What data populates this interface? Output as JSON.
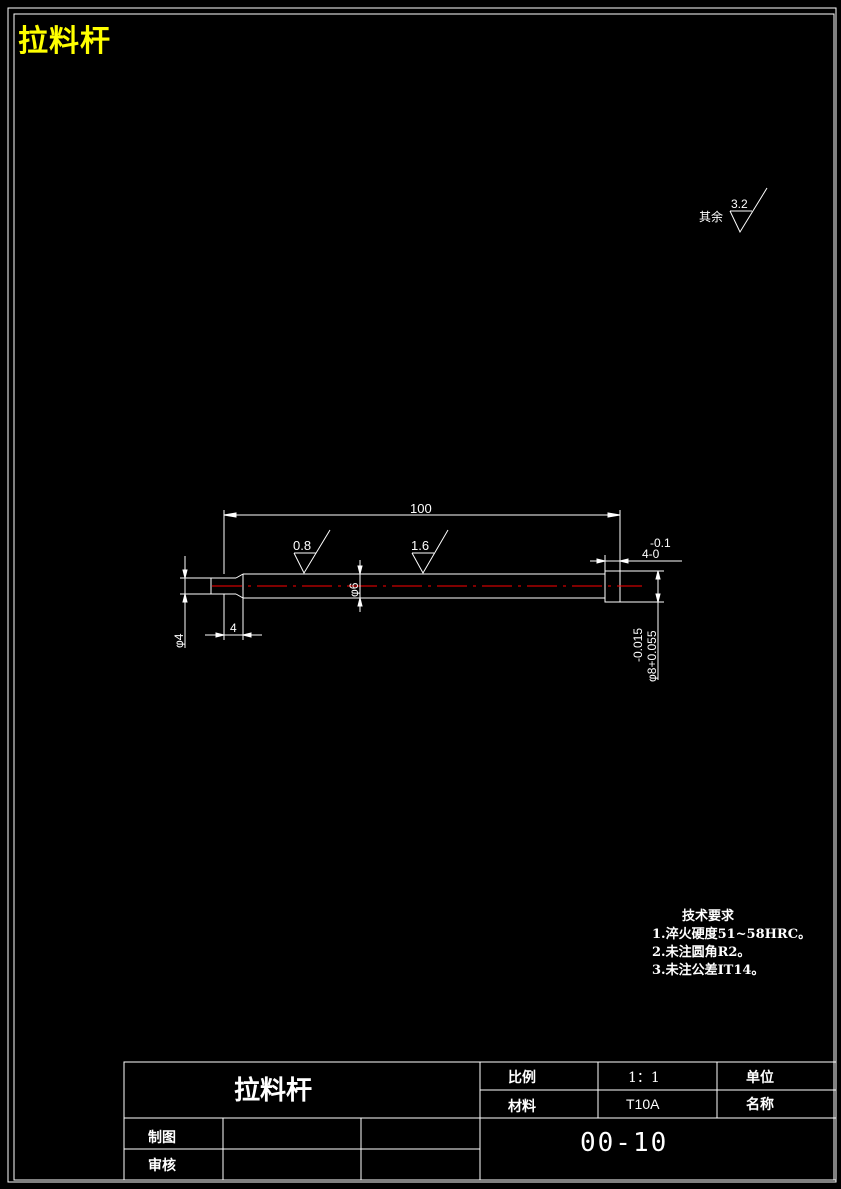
{
  "header": {
    "title": "拉料杆"
  },
  "drawing": {
    "overall_length": "100",
    "roughness_1": "0.8",
    "roughness_2": "1.6",
    "shaft_diameter": "φ6",
    "pin_diameter": "φ4",
    "pin_length": "4",
    "head_tol_upper": "-0.1",
    "head_length": "4-0",
    "head_dia_tol": "-0.015",
    "head_dia": "φ8+0.055",
    "other_label": "其余",
    "other_roughness": "3.2"
  },
  "tech_requirements": {
    "heading": "技术要求",
    "items": [
      "1.淬火硬度51~58HRC。",
      "2.未注圆角R2。",
      "3.未注公差IT14。"
    ]
  },
  "title_block": {
    "name": "拉料杆",
    "scale_label": "比例",
    "scale_value": "1：1",
    "unit_label": "单位",
    "material_label": "材料",
    "material_value": "T10A",
    "title_label": "名称",
    "drawn_label": "制图",
    "review_label": "审核",
    "drawing_code": "00-10"
  },
  "colors": {
    "background": "#000000",
    "lines": "#ffffff",
    "title": "#ffff00",
    "centerline": "#ff0000"
  }
}
